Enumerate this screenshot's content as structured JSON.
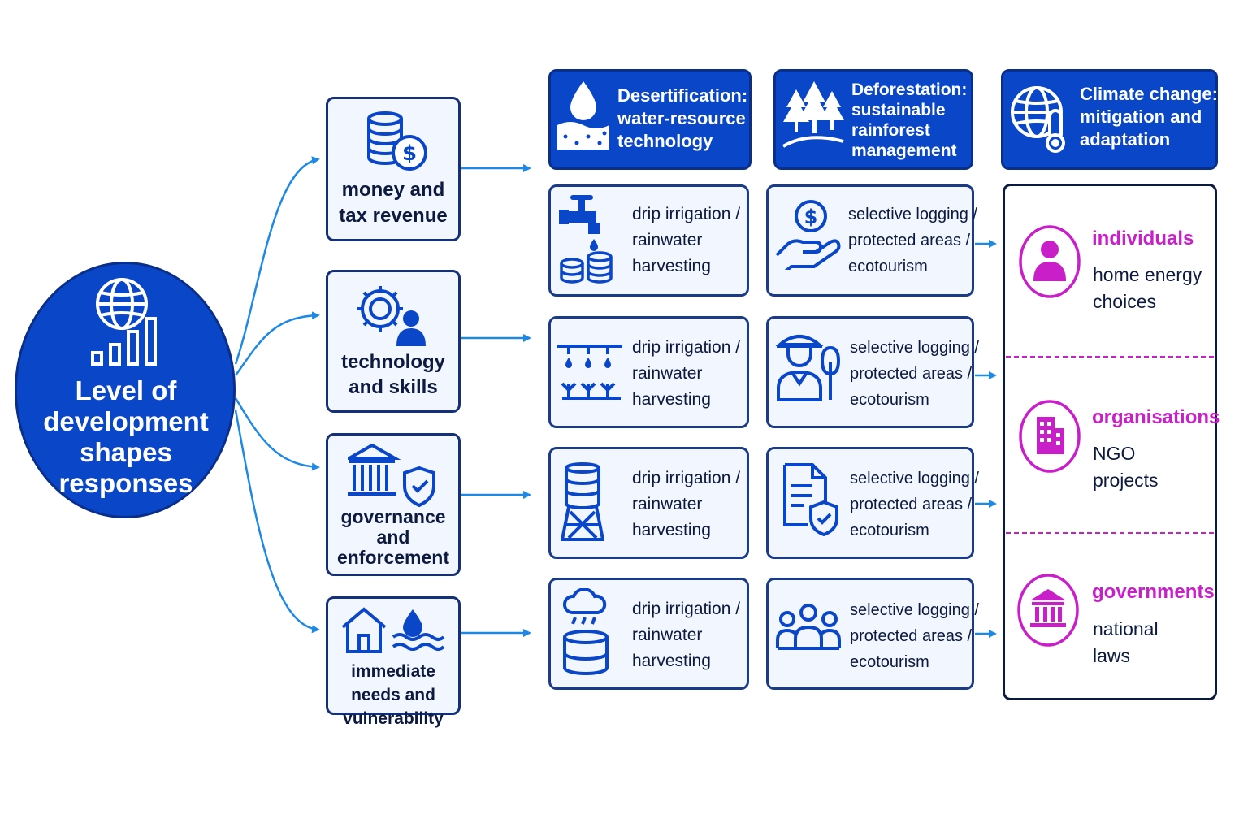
{
  "hub": {
    "title": "Level of development shapes responses",
    "icon": "globe-chart-icon"
  },
  "factors": [
    {
      "label": "money and tax revenue",
      "icon": "coins-dollar-icon"
    },
    {
      "label": "technology and skills",
      "icon": "gear-person-icon"
    },
    {
      "label": "governance and enforcement",
      "icon": "government-shield-icon"
    },
    {
      "label": "immediate needs and vulnerability",
      "icon": "house-water-icon"
    }
  ],
  "columns": {
    "desertification": {
      "title_lines": [
        "Desertification:",
        "water-resource",
        "technology"
      ],
      "icon": "water-drop-soil-icon",
      "cards": [
        {
          "lines": [
            "drip irrigation /",
            "rainwater",
            "harvesting"
          ],
          "icon": "tap-coins-icon"
        },
        {
          "lines": [
            "drip irrigation /",
            "rainwater",
            "harvesting"
          ],
          "icon": "drip-irrigation-plants-icon"
        },
        {
          "lines": [
            "drip irrigation /",
            "rainwater",
            "harvesting"
          ],
          "icon": "water-tower-icon"
        },
        {
          "lines": [
            "drip irrigation /",
            "rainwater",
            "harvesting"
          ],
          "icon": "rain-tank-icon"
        }
      ]
    },
    "deforestation": {
      "title_lines": [
        "Deforestation:",
        "sustainable",
        "rainforest",
        "management"
      ],
      "icon": "forest-trees-icon",
      "cards": [
        {
          "lines": [
            "selective logging /",
            "protected areas /",
            "ecotourism"
          ],
          "icon": "hand-money-icon"
        },
        {
          "lines": [
            "selective logging /",
            "protected areas /",
            "ecotourism"
          ],
          "icon": "ranger-tree-icon"
        },
        {
          "lines": [
            "selective logging /",
            "protected areas /",
            "ecotourism"
          ],
          "icon": "document-shield-icon"
        },
        {
          "lines": [
            "selective logging /",
            "protected areas /",
            "ecotourism"
          ],
          "icon": "people-group-icon"
        }
      ]
    },
    "climate": {
      "title_lines": [
        "Climate change:",
        "mitigation and",
        "adaptation"
      ],
      "icon": "globe-thermometer-icon",
      "actors": [
        {
          "name": "individuals",
          "desc_lines": [
            "home energy",
            "choices"
          ],
          "icon": "person-icon"
        },
        {
          "name": "organisations",
          "desc_lines": [
            "NGO",
            "projects"
          ],
          "icon": "office-building-icon"
        },
        {
          "name": "governments",
          "desc_lines": [
            "national",
            "laws"
          ],
          "icon": "government-building-icon"
        }
      ]
    }
  },
  "colors": {
    "primary": "#0a46c8",
    "dark": "#0d1a40",
    "arrow": "#1e88e5",
    "accent": "#c81fc8",
    "card_bg": "#f2f6ff"
  }
}
